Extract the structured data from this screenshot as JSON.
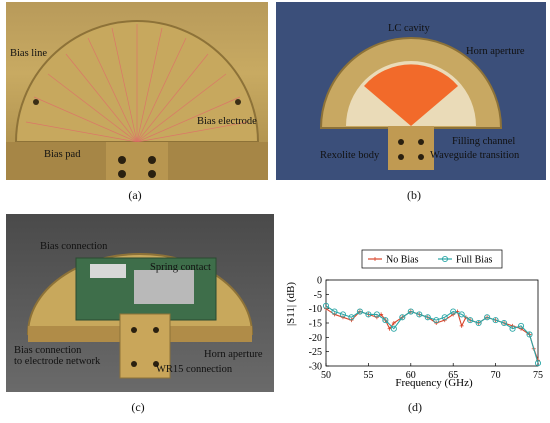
{
  "panels": {
    "a": {
      "caption": "(a)",
      "labels": {
        "bias_line": "Bias line",
        "bias_electrode": "Bias electrode",
        "bias_pad": "Bias pad"
      }
    },
    "b": {
      "caption": "(b)",
      "labels": {
        "lc_cavity": "LC cavity",
        "horn_aperture": "Horn aperture",
        "rexolite_body": "Rexolite body",
        "filling_channel": "Filling channel",
        "waveguide_transition": "Waveguide transition"
      }
    },
    "c": {
      "caption": "(c)",
      "labels": {
        "bias_connection": "Bias connection",
        "spring_contact": "Spring contact",
        "bias_connection_network_line1": "Bias connection",
        "bias_connection_network_line2": "to electrode network",
        "horn_aperture": "Horn aperture",
        "wr15_connection": "WR15 connection"
      }
    },
    "d": {
      "caption": "(d)"
    }
  },
  "chart_data": {
    "type": "line",
    "xlabel": "Frequency (GHz)",
    "ylabel": "|S11| (dB)",
    "xlim": [
      50,
      75
    ],
    "ylim": [
      -30,
      0
    ],
    "xticks": [
      "50",
      "55",
      "60",
      "65",
      "70",
      "75"
    ],
    "yticks": [
      "0",
      "-5",
      "-10",
      "-15",
      "-20",
      "-25",
      "-30"
    ],
    "legend_position": "top",
    "series": [
      {
        "name": "No Bias",
        "color": "#d9452b",
        "marker": "plus",
        "x": [
          50,
          51,
          52,
          53,
          54,
          55,
          56,
          56.5,
          57,
          57.5,
          58,
          59,
          60,
          61,
          62,
          63,
          64,
          65,
          65.5,
          66,
          66.5,
          67,
          68,
          69,
          70,
          71,
          72,
          73,
          74,
          74.5,
          75
        ],
        "y": [
          -10,
          -12,
          -13,
          -14,
          -11,
          -12,
          -13,
          -12,
          -14,
          -17,
          -15,
          -13,
          -11,
          -12,
          -13,
          -15,
          -14,
          -12,
          -11,
          -16,
          -13,
          -14,
          -15,
          -13,
          -14,
          -15,
          -16,
          -17,
          -19,
          -24,
          -28
        ]
      },
      {
        "name": "Full Bias",
        "color": "#2aa6a6",
        "marker": "circle",
        "x": [
          50,
          51,
          52,
          53,
          54,
          55,
          56,
          57,
          58,
          59,
          60,
          61,
          62,
          63,
          64,
          65,
          66,
          67,
          68,
          69,
          70,
          71,
          72,
          73,
          74,
          75
        ],
        "y": [
          -9,
          -11,
          -12,
          -13,
          -11,
          -12,
          -12,
          -14,
          -17,
          -13,
          -11,
          -12,
          -13,
          -14,
          -13,
          -11,
          -12,
          -14,
          -15,
          -13,
          -14,
          -15,
          -17,
          -16,
          -19,
          -29
        ]
      }
    ]
  }
}
